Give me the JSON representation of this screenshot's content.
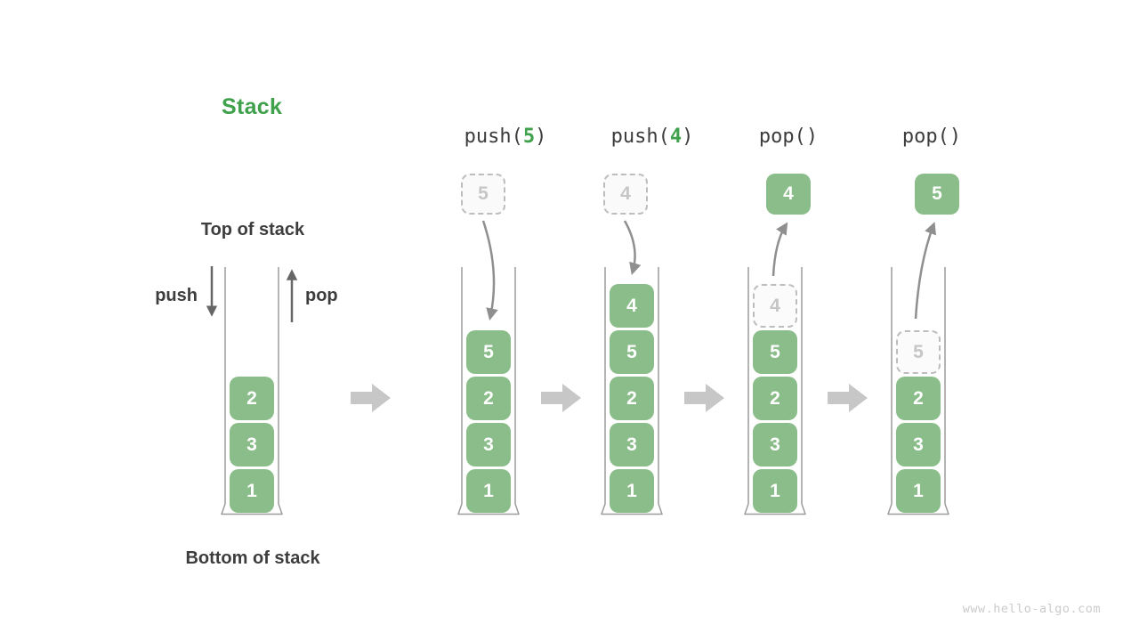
{
  "page": {
    "title_label": "Stack",
    "top_label": "Top of stack",
    "bottom_label": "Bottom of stack",
    "push_label": "push",
    "pop_label": "pop",
    "watermark": "www.hello-algo.com"
  },
  "colors": {
    "accent_green": "#3FA14B",
    "cell_green": "#8BBD8B",
    "text_dark": "#3D3D3D",
    "curved_arrow_gray": "#8F8F8F",
    "block_arrow_gray": "#C7C7C7",
    "dashed_border_gray": "#BDBDBD",
    "ghost_text_gray": "#C6C6C6",
    "container_outline_gray": "#9C9C9C"
  },
  "operations": [
    {
      "pre": "push(",
      "arg": "5",
      "post": ")"
    },
    {
      "pre": "push(",
      "arg": "4",
      "post": ")"
    },
    {
      "pre": "pop()",
      "arg": "",
      "post": ""
    },
    {
      "pre": "pop()",
      "arg": "",
      "post": ""
    }
  ],
  "floating_values": [
    {
      "value": "5",
      "style": "dashed"
    },
    {
      "value": "4",
      "style": "dashed"
    },
    {
      "value": "4",
      "style": "solid"
    },
    {
      "value": "5",
      "style": "solid"
    }
  ],
  "stacks": [
    {
      "cells": [
        {
          "value": "2",
          "style": "solid"
        },
        {
          "value": "3",
          "style": "solid"
        },
        {
          "value": "1",
          "style": "solid"
        }
      ]
    },
    {
      "cells": [
        {
          "value": "5",
          "style": "solid"
        },
        {
          "value": "2",
          "style": "solid"
        },
        {
          "value": "3",
          "style": "solid"
        },
        {
          "value": "1",
          "style": "solid"
        }
      ]
    },
    {
      "cells": [
        {
          "value": "4",
          "style": "solid"
        },
        {
          "value": "5",
          "style": "solid"
        },
        {
          "value": "2",
          "style": "solid"
        },
        {
          "value": "3",
          "style": "solid"
        },
        {
          "value": "1",
          "style": "solid"
        }
      ]
    },
    {
      "cells": [
        {
          "value": "4",
          "style": "dashed"
        },
        {
          "value": "5",
          "style": "solid"
        },
        {
          "value": "2",
          "style": "solid"
        },
        {
          "value": "3",
          "style": "solid"
        },
        {
          "value": "1",
          "style": "solid"
        }
      ]
    },
    {
      "cells": [
        {
          "value": "5",
          "style": "dashed"
        },
        {
          "value": "2",
          "style": "solid"
        },
        {
          "value": "3",
          "style": "solid"
        },
        {
          "value": "1",
          "style": "solid"
        }
      ]
    }
  ]
}
